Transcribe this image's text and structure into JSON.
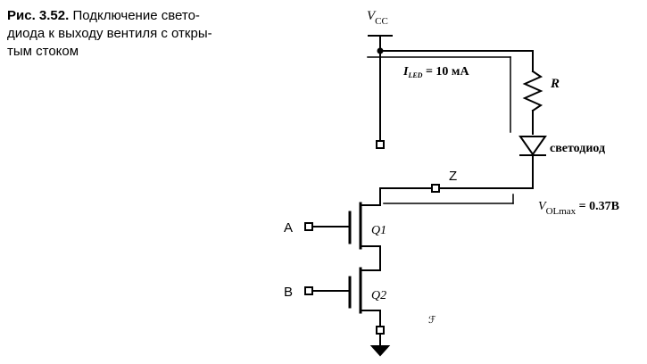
{
  "caption": {
    "lead": "Рис. 3.52.",
    "lines": [
      "Подключение свето-",
      "диода к выходу вентиля с откры-",
      "тым стоком"
    ]
  },
  "labels": {
    "vcc_main": "V",
    "vcc_sub": "CC",
    "iled_main": "I",
    "iled_sub": "LED",
    "iled_value": " = 10 мА",
    "resistor": "R",
    "led": "светодиод",
    "node_z": "Z",
    "vol_main": "V",
    "vol_sub": "OLmax",
    "vol_value": " = 0.37В",
    "input_a": "A",
    "input_b": "B",
    "q1": "Q1",
    "q2": "Q2",
    "mark": "ℱ"
  }
}
